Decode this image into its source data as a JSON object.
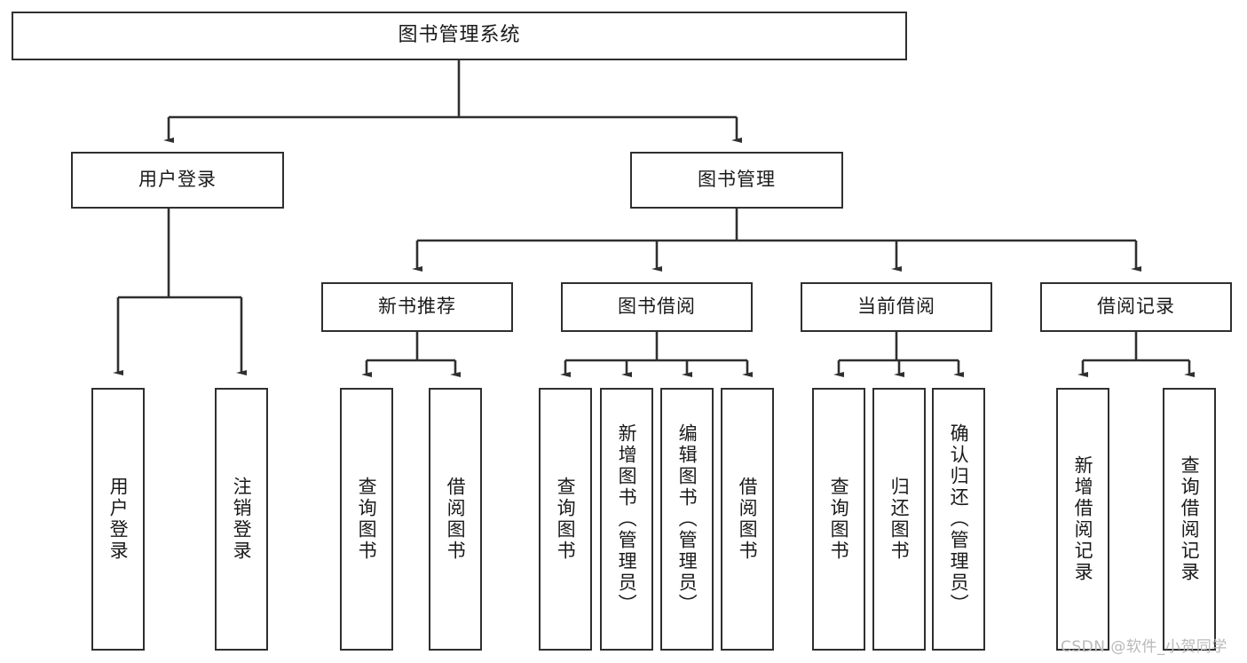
{
  "diagram": {
    "title": "图书管理系统",
    "type": "tree",
    "watermark": "CSDN @软件_小贺同学",
    "colors": {
      "background": "#ffffff",
      "node_border": "#2f2f2f",
      "node_fill": "#ffffff",
      "edge": "#2f2f2f",
      "text": "#1a1a1a",
      "watermark": "#b9b9b9"
    },
    "levels": {
      "root": {
        "label": "图书管理系统"
      },
      "level2": [
        {
          "label": "用户登录"
        },
        {
          "label": "图书管理"
        }
      ],
      "level3": [
        {
          "label": "新书推荐"
        },
        {
          "label": "图书借阅"
        },
        {
          "label": "当前借阅"
        },
        {
          "label": "借阅记录"
        }
      ],
      "leaves": [
        {
          "label": "用户登录",
          "parent": "用户登录"
        },
        {
          "label": "注销登录",
          "parent": "用户登录"
        },
        {
          "label": "查询图书",
          "parent": "新书推荐"
        },
        {
          "label": "借阅图书",
          "parent": "新书推荐"
        },
        {
          "label": "查询图书",
          "parent": "图书借阅"
        },
        {
          "label": "新增图书（管理员）",
          "parent": "图书借阅"
        },
        {
          "label": "编辑图书（管理员）",
          "parent": "图书借阅"
        },
        {
          "label": "借阅图书",
          "parent": "图书借阅"
        },
        {
          "label": "查询图书",
          "parent": "当前借阅"
        },
        {
          "label": "归还图书",
          "parent": "当前借阅"
        },
        {
          "label": "确认归还（管理员）",
          "parent": "当前借阅"
        },
        {
          "label": "新增借阅记录",
          "parent": "借阅记录"
        },
        {
          "label": "查询借阅记录",
          "parent": "借阅记录"
        }
      ]
    }
  }
}
